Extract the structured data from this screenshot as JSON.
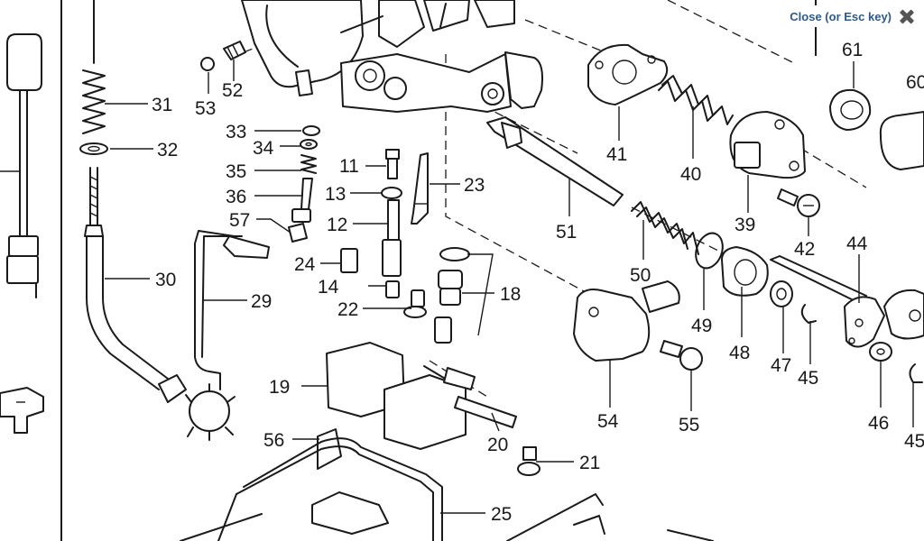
{
  "close_control": {
    "label": "Close (or Esc key)",
    "icon": "close-icon"
  },
  "callouts": [
    {
      "id": "c61",
      "text": "61"
    },
    {
      "id": "c60",
      "text": "60"
    },
    {
      "id": "c31",
      "text": "31"
    },
    {
      "id": "c53",
      "text": "53"
    },
    {
      "id": "c52",
      "text": "52"
    },
    {
      "id": "c33",
      "text": "33"
    },
    {
      "id": "c34",
      "text": "34"
    },
    {
      "id": "c32",
      "text": "32"
    },
    {
      "id": "c35",
      "text": "35"
    },
    {
      "id": "c11",
      "text": "11"
    },
    {
      "id": "c36",
      "text": "36"
    },
    {
      "id": "c13",
      "text": "13"
    },
    {
      "id": "c23",
      "text": "23"
    },
    {
      "id": "c57",
      "text": "57"
    },
    {
      "id": "c12",
      "text": "12"
    },
    {
      "id": "c24",
      "text": "24"
    },
    {
      "id": "c14",
      "text": "14"
    },
    {
      "id": "c18",
      "text": "18"
    },
    {
      "id": "c22",
      "text": "22"
    },
    {
      "id": "c30",
      "text": "30"
    },
    {
      "id": "c29",
      "text": "29"
    },
    {
      "id": "c19",
      "text": "19"
    },
    {
      "id": "c56",
      "text": "56"
    },
    {
      "id": "c20",
      "text": "20"
    },
    {
      "id": "c21",
      "text": "21"
    },
    {
      "id": "c25",
      "text": "25"
    },
    {
      "id": "c41",
      "text": "41"
    },
    {
      "id": "c40",
      "text": "40"
    },
    {
      "id": "c39",
      "text": "39"
    },
    {
      "id": "c42",
      "text": "42"
    },
    {
      "id": "c44",
      "text": "44"
    },
    {
      "id": "c51",
      "text": "51"
    },
    {
      "id": "c50",
      "text": "50"
    },
    {
      "id": "c49",
      "text": "49"
    },
    {
      "id": "c48",
      "text": "48"
    },
    {
      "id": "c47",
      "text": "47"
    },
    {
      "id": "c45",
      "text": "45"
    },
    {
      "id": "c46",
      "text": "46"
    },
    {
      "id": "c45b",
      "text": "45"
    },
    {
      "id": "c54",
      "text": "54"
    },
    {
      "id": "c55",
      "text": "55"
    }
  ]
}
